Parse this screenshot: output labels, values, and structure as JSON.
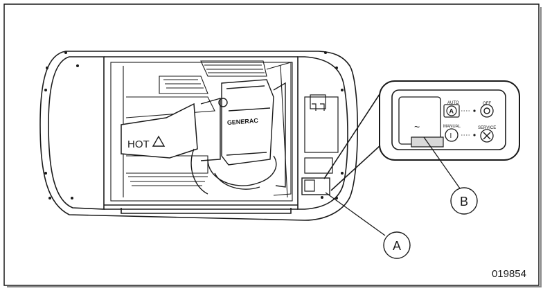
{
  "figure_id": "019854",
  "callouts": {
    "a": "A",
    "b": "B"
  },
  "engine": {
    "hot_label": "HOT",
    "brand": "GENERAC"
  },
  "control_panel": {
    "auto_label": "AUTO",
    "off_label": "OFF",
    "manual_label": "MANUAL",
    "service_label": "SERVICE",
    "auto_glyph": "A",
    "manual_glyph": "I",
    "tilde_glyph": "~",
    "off_glyph": "O"
  },
  "colors": {
    "line": "#1a1a1a",
    "fill": "#ffffff",
    "shade": "#d9d9d9"
  }
}
